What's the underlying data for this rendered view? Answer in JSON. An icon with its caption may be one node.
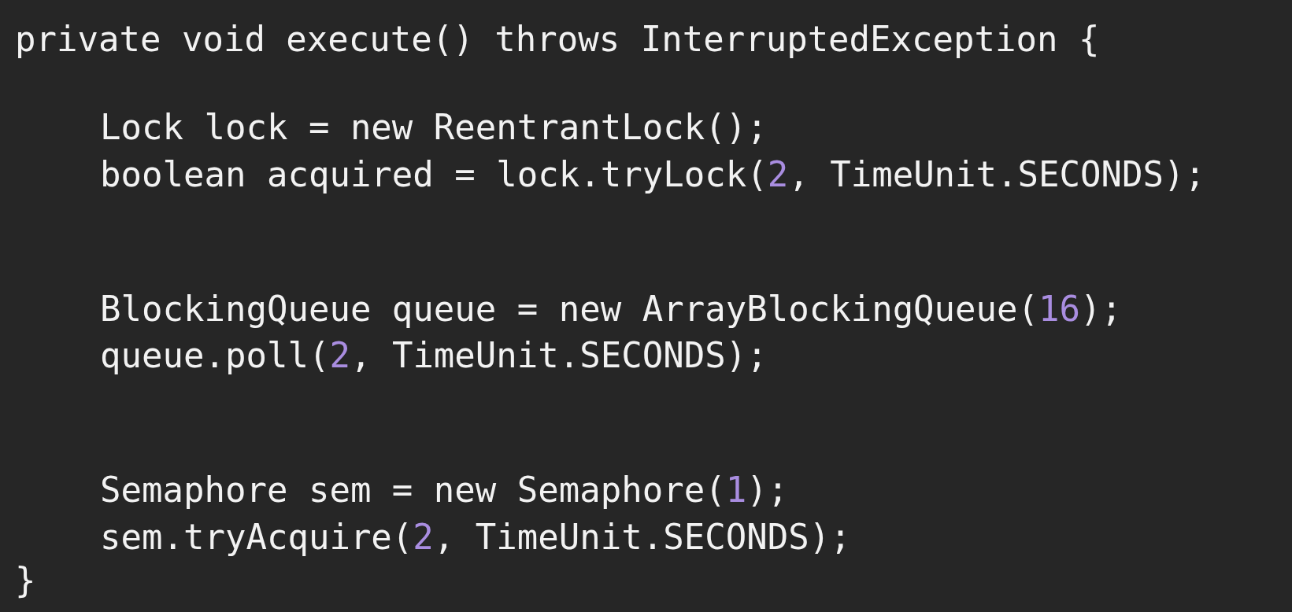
{
  "diagram": {
    "labels": [
      "private void execute() throws InterruptedException {",
      "Lock lock = new ReentrantLock();",
      "boolean acquired = lock.tryLock(2, TimeUnit.SECONDS);",
      "BlockingQueue queue = new ArrayBlockingQueue(16);",
      "queue.poll(2, TimeUnit.SECONDS);",
      "Semaphore sem = new Semaphore(1);",
      "sem.tryAcquire(2, TimeUnit.SECONDS);",
      "}"
    ]
  }
}
